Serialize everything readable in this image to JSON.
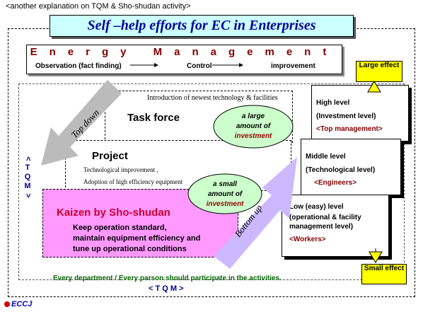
{
  "top_note": "<another explanation on TQM & Sho-shudan activity>",
  "title": "Self –help efforts for EC in Enterprises",
  "energy_management": {
    "title": "Energy Management",
    "flow": [
      "Observation (fact finding)",
      "Control",
      "improvement"
    ]
  },
  "arrows": {
    "top_down": "Top down",
    "bottom_up": "Bottom up"
  },
  "tqm_side_label": "< T Q M >",
  "task_force": {
    "intro": "Introduction of newest technology & facilities",
    "title": "Task force"
  },
  "project": {
    "title": "Project",
    "line1": "Technological improvement ,",
    "line2": "Adoption of high efficiency  equipment"
  },
  "kaizen": {
    "title": "Kaizen by Sho-shudan",
    "line1": "Keep operation standard,",
    "line2": "maintain equipment efficiency and",
    "line3": "tune up operational conditions"
  },
  "investment_large": {
    "line1": "a large",
    "line2": "amount of",
    "line3": "investment"
  },
  "investment_small": {
    "line1": "a small",
    "line2": "amount of",
    "line3": "investment"
  },
  "levels": {
    "high": {
      "line1": "High level",
      "line2": "(Investment level)",
      "who": "<Top management>"
    },
    "middle": {
      "line1": "Middle level",
      "line2": "(Technological level)",
      "who": "<Engineers>"
    },
    "low": {
      "line1": "Low (easy) level",
      "line2": "(operational  &  facility",
      "line3": "management level)",
      "who": "<Workers>"
    }
  },
  "effects": {
    "large": "Large effect",
    "small": "Small effect"
  },
  "bottom_line": "Every department / Every parson should participate in  the activities.",
  "tqm_bottom": "< T Q M >",
  "logo": "ECCJ",
  "colors": {
    "title_bg": "#ccffff",
    "kaizen_bg": "#ff99ff",
    "effect_bg": "#ffff00",
    "investment_ellipse": "#ccffcc",
    "arrow_top_down": "#bbbbbb",
    "arrow_bottom_up": "#ccb8ff"
  }
}
